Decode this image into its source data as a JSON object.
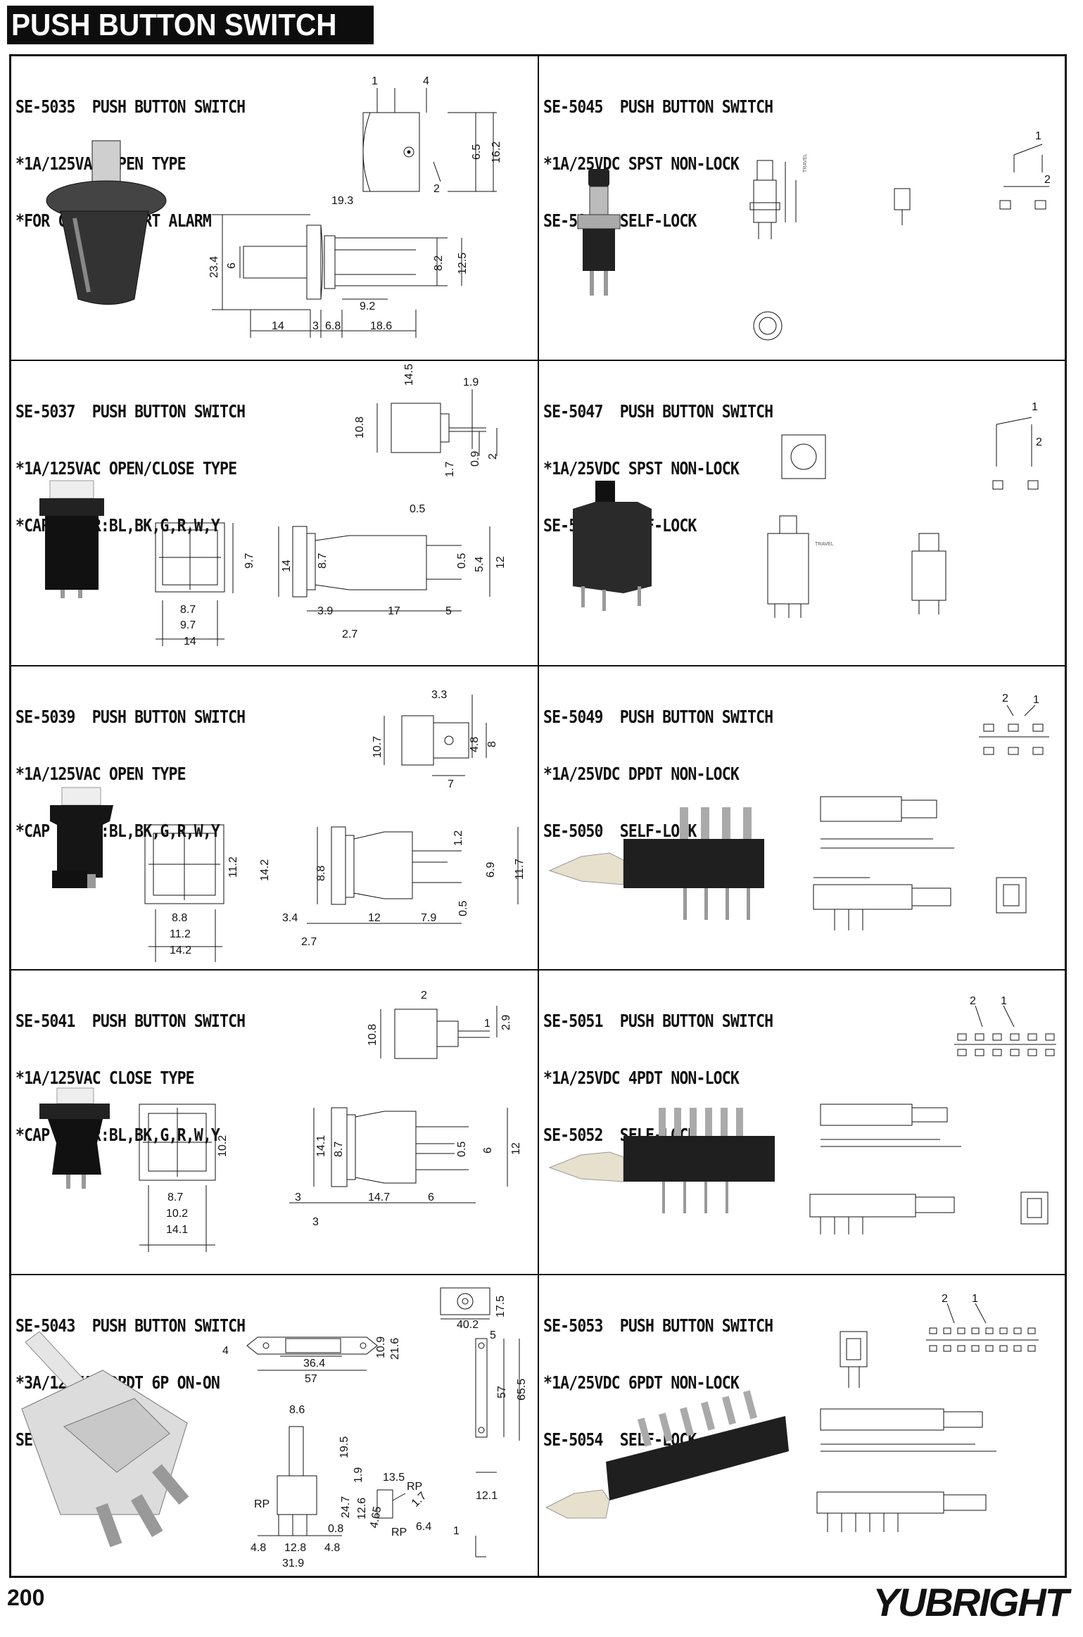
{
  "header": {
    "title": "PUSH BUTTON SWITCH"
  },
  "products": [
    {
      "id": "5035",
      "lines": [
        "SE-5035  PUSH BUTTON SWITCH",
        "*1A/125VAC OPEN TYPE",
        "*FOR CAR SECURIRT ALARM"
      ],
      "dims": [
        "1",
        "4",
        "6.5",
        "16.2",
        "2",
        "19.3",
        "23.4",
        "6",
        "8.2",
        "12.5",
        "9.2",
        "14",
        "3",
        "6.8",
        "18.6"
      ]
    },
    {
      "id": "5045",
      "lines": [
        "SE-5045  PUSH BUTTON SWITCH",
        "*1A/25VDC SPST NON-LOCK",
        "SE-5046  SELF-LOCK"
      ],
      "dims": [
        "1",
        "2",
        "TRAVEL"
      ]
    },
    {
      "id": "5037",
      "lines": [
        "SE-5037  PUSH BUTTON SWITCH",
        "*1A/125VAC OPEN/CLOSE TYPE",
        "*CAP COLOR:BL,BK,G,R,W,Y"
      ],
      "dims": [
        "14.5",
        "1.9",
        "10.8",
        "0.9",
        "2",
        "1.7",
        "0.5",
        "9.7",
        "14",
        "8.7",
        "0.5",
        "5.4",
        "12",
        "8.7",
        "9.7",
        "14",
        "3.9",
        "17",
        "5",
        "2.7"
      ]
    },
    {
      "id": "5047",
      "lines": [
        "SE-5047  PUSH BUTTON SWITCH",
        "*1A/25VDC SPST NON-LOCK",
        "SE-5048  SELF-LOCK"
      ],
      "dims": [
        "1",
        "2",
        "TRAVEL"
      ]
    },
    {
      "id": "5039",
      "lines": [
        "SE-5039  PUSH BUTTON SWITCH",
        "*1A/125VAC OPEN TYPE",
        "*CAP COLOR:BL,BK,G,R,W,Y"
      ],
      "dims": [
        "3.3",
        "10.7",
        "4.8",
        "8",
        "7",
        "11.2",
        "14.2",
        "8.8",
        "1.2",
        "6.9",
        "11.7",
        "0.5",
        "8.8",
        "11.2",
        "14.2",
        "3.4",
        "12",
        "7.9",
        "2.7"
      ]
    },
    {
      "id": "5049",
      "lines": [
        "SE-5049  PUSH BUTTON SWITCH",
        "*1A/25VDC DPDT NON-LOCK",
        "SE-5050  SELF-LOCK"
      ],
      "dims": [
        "2",
        "1"
      ]
    },
    {
      "id": "5041",
      "lines": [
        "SE-5041  PUSH BUTTON SWITCH",
        "*1A/125VAC CLOSE TYPE",
        "*CAP COLOR:BL,BK,G,R,W,Y"
      ],
      "dims": [
        "2",
        "10.8",
        "1",
        "2.9",
        "10.2",
        "14.1",
        "8.7",
        "0.5",
        "6",
        "12",
        "8.7",
        "10.2",
        "14.1",
        "3",
        "14.7",
        "6",
        "3"
      ]
    },
    {
      "id": "5051",
      "lines": [
        "SE-5051  PUSH BUTTON SWITCH",
        "*1A/25VDC 4PDT NON-LOCK",
        "SE-5052  SELF-LOCK"
      ],
      "dims": [
        "2",
        "1"
      ]
    },
    {
      "id": "5043",
      "lines": [
        "SE-5043  PUSH BUTTON SWITCH",
        "*3A/125VAC DPDT 6P ON-ON",
        "SE-5044  W/PANEL"
      ],
      "dims": [
        "17.5",
        "40.2",
        "4",
        "10.9",
        "21.6",
        "36.4",
        "57",
        "5",
        "57",
        "65.5",
        "8.6",
        "19.5",
        "13.5",
        "1.9",
        "RP",
        "24.7",
        "12.6",
        "RP",
        "1.7",
        "0.8",
        "4.65",
        "6.4",
        "RP",
        "12.1",
        "1",
        "4.8",
        "12.8",
        "4.8",
        "31.9"
      ]
    },
    {
      "id": "5053",
      "lines": [
        "SE-5053  PUSH BUTTON SWITCH",
        "*1A/25VDC 6PDT NON-LOCK",
        "SE-5054  SELF-LOCK"
      ],
      "dims": [
        "2",
        "1"
      ]
    }
  ],
  "footer": {
    "page_number": "200",
    "brand": "YUBRIGHT"
  }
}
